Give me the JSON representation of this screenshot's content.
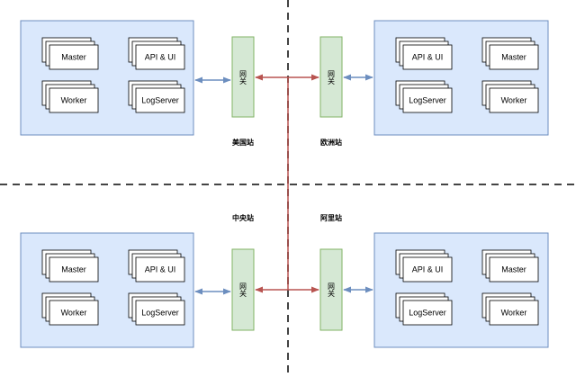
{
  "colors": {
    "background": "#ffffff",
    "panel_fill": "#dae8fc",
    "panel_stroke": "#6c8ebf",
    "gateway_fill": "#d5e8d4",
    "gateway_stroke": "#82b366",
    "node_fill": "#ffffff",
    "node_stroke": "#000000",
    "link_blue": "#6c8ebf",
    "link_red": "#b85450",
    "divider": "#444444"
  },
  "gateway_label": "网关",
  "node_labels": {
    "master": "Master",
    "api": "API & UI",
    "worker": "Worker",
    "logserver": "LogServer"
  },
  "sites": {
    "us": "美国站",
    "eu": "欧洲站",
    "cn": "中央站",
    "ali": "阿里站"
  },
  "regions": [
    {
      "id": "us",
      "site_key": "us",
      "nodes": [
        "master",
        "api",
        "worker",
        "logserver"
      ]
    },
    {
      "id": "eu",
      "site_key": "eu",
      "nodes": [
        "api",
        "master",
        "logserver",
        "worker"
      ]
    },
    {
      "id": "cn",
      "site_key": "cn",
      "nodes": [
        "master",
        "api",
        "worker",
        "logserver"
      ]
    },
    {
      "id": "ali",
      "site_key": "ali",
      "nodes": [
        "api",
        "master",
        "logserver",
        "worker"
      ]
    }
  ]
}
